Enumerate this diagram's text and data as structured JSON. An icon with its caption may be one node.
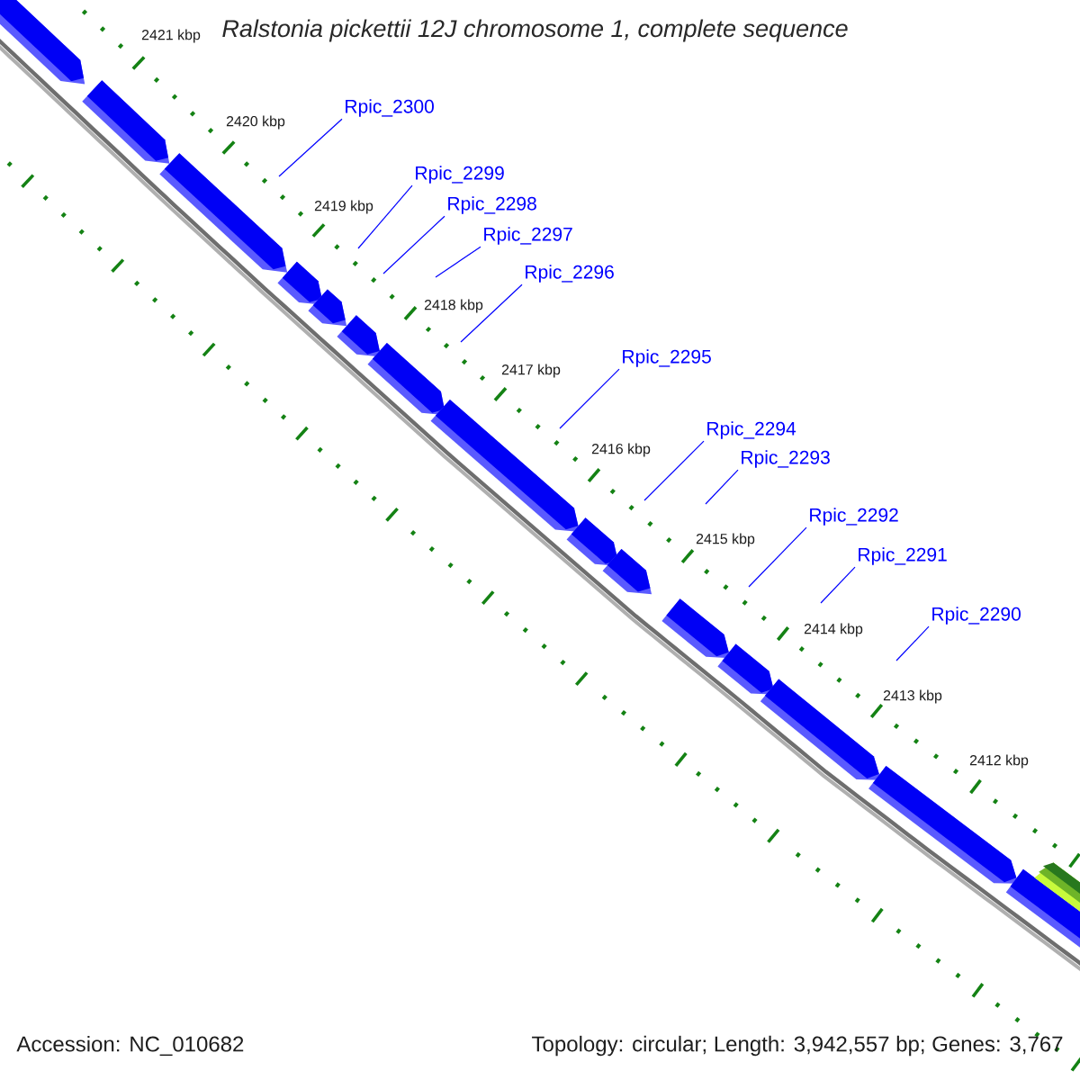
{
  "diagram": {
    "title": "Ralstonia pickettii 12J chromosome 1, complete sequence",
    "nodes": [
      {
        "text": [
          "Rpic_2300"
        ]
      },
      {
        "text": [
          "Rpic_2299"
        ]
      },
      {
        "text": [
          "Rpic_2298"
        ]
      },
      {
        "text": [
          "Rpic_2297"
        ]
      },
      {
        "text": [
          "Rpic_2296"
        ]
      },
      {
        "text": [
          "Rpic_2295"
        ]
      },
      {
        "text": [
          "Rpic_2294"
        ]
      },
      {
        "text": [
          "Rpic_2293"
        ]
      },
      {
        "text": [
          "Rpic_2292"
        ]
      },
      {
        "text": [
          "Rpic_2291"
        ]
      },
      {
        "text": [
          "Rpic_2290"
        ]
      }
    ],
    "edges": [
      {
        "from": 0,
        "to": null,
        "arrow": "none"
      },
      {
        "from": 1,
        "to": null,
        "arrow": "none"
      },
      {
        "from": 2,
        "to": null,
        "arrow": "none"
      },
      {
        "from": 3,
        "to": null,
        "arrow": "none"
      },
      {
        "from": 4,
        "to": null,
        "arrow": "none"
      },
      {
        "from": 5,
        "to": null,
        "arrow": "none"
      },
      {
        "from": 6,
        "to": null,
        "arrow": "none"
      },
      {
        "from": 7,
        "to": null,
        "arrow": "none"
      },
      {
        "from": 8,
        "to": null,
        "arrow": "none"
      },
      {
        "from": 9,
        "to": null,
        "arrow": "none"
      },
      {
        "from": 10,
        "to": null,
        "arrow": "none"
      }
    ],
    "labels": [
      "2421 kbp",
      "2420 kbp",
      "2419 kbp",
      "2418 kbp",
      "2417 kbp",
      "2416 kbp",
      "2415 kbp",
      "2414 kbp",
      "2413 kbp",
      "2412 kbp",
      "Accession: NC_010682",
      "Topology: circular; Length: 3,942,557 bp; Genes: 3,767"
    ]
  }
}
